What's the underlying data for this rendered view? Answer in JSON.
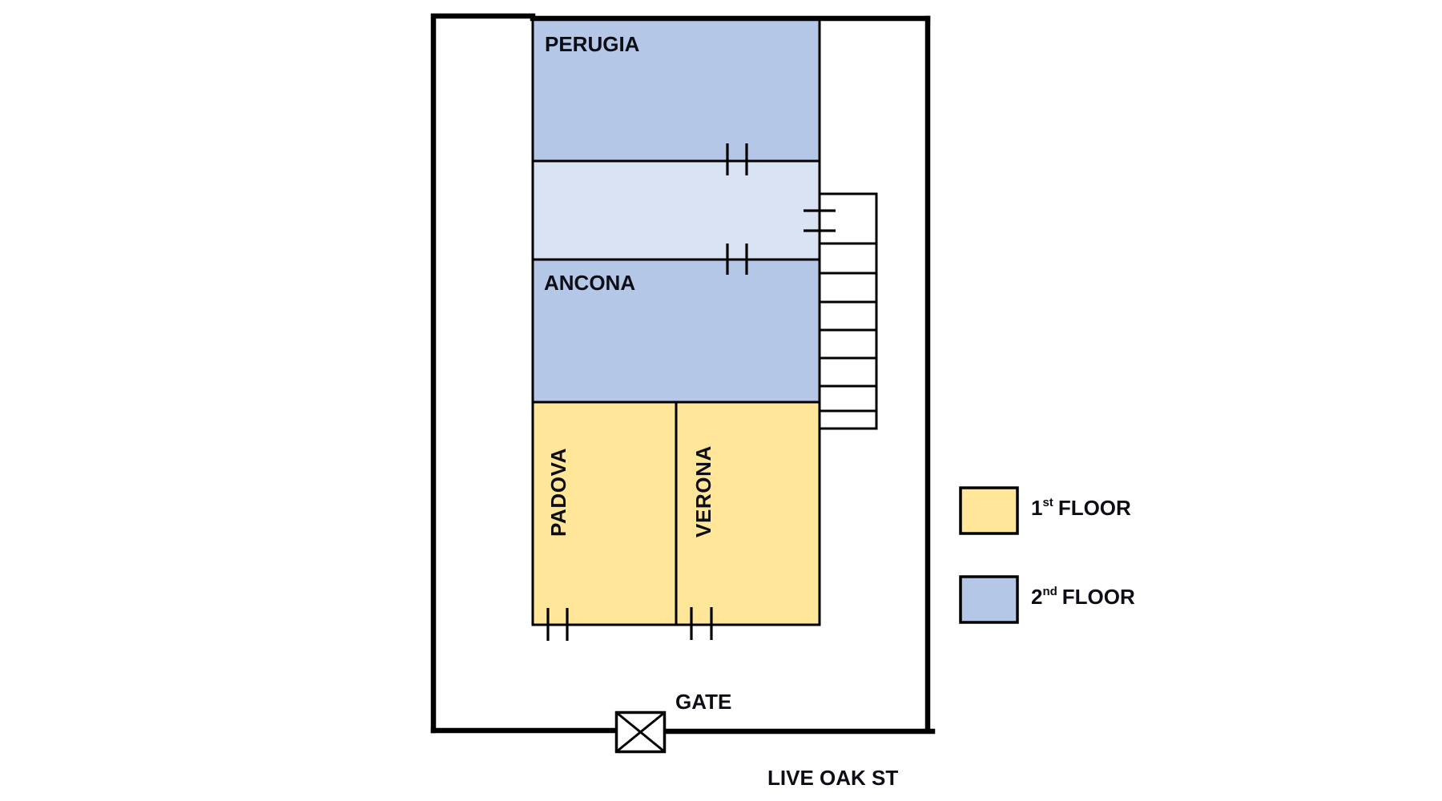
{
  "diagram": {
    "type": "site-floor-plan",
    "colors": {
      "first_floor": "#ffe699",
      "second_floor": "#b4c7e7",
      "corridor": "#dae3f3",
      "lines": "#000000",
      "text": "#0d0d16",
      "background": "#ffffff"
    },
    "rooms": [
      {
        "id": "perugia",
        "label": "PERUGIA",
        "floor": "2nd",
        "orientation": "horizontal"
      },
      {
        "id": "corridor",
        "label": "",
        "floor": "2nd",
        "orientation": "horizontal"
      },
      {
        "id": "ancona",
        "label": "ANCONA",
        "floor": "2nd",
        "orientation": "horizontal"
      },
      {
        "id": "padova",
        "label": "PADOVA",
        "floor": "1st",
        "orientation": "vertical"
      },
      {
        "id": "verona",
        "label": "VERONA",
        "floor": "1st",
        "orientation": "vertical"
      }
    ],
    "doors": [
      {
        "id": "perugia-corridor",
        "between": [
          "PERUGIA",
          "corridor"
        ]
      },
      {
        "id": "corridor-ancona",
        "between": [
          "corridor",
          "ANCONA"
        ]
      },
      {
        "id": "corridor-stairs",
        "between": [
          "corridor",
          "stairs"
        ]
      },
      {
        "id": "padova-entrance",
        "between": [
          "PADOVA",
          "courtyard"
        ]
      },
      {
        "id": "verona-entrance",
        "between": [
          "VERONA",
          "courtyard"
        ]
      }
    ],
    "stairs": {
      "label": "",
      "step_count": 8
    },
    "gate": {
      "label": "GATE",
      "icon": "gate-x-box-icon"
    },
    "street": {
      "label": "LIVE OAK ST"
    }
  },
  "legend": {
    "items": [
      {
        "number": "1",
        "suffix": "st",
        "word": "FLOOR",
        "color": "#ffe699"
      },
      {
        "number": "2",
        "suffix": "nd",
        "word": "FLOOR",
        "color": "#b4c7e7"
      }
    ]
  }
}
